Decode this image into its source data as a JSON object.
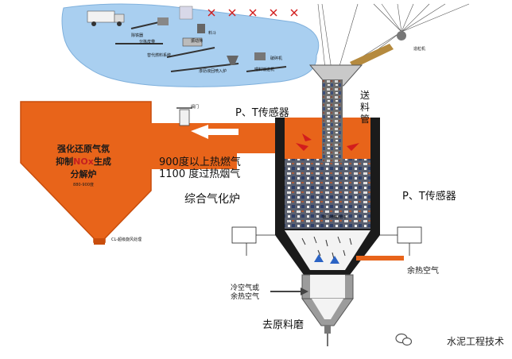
{
  "labels": {
    "pt_sensor_top": "P、T传感器",
    "pt_sensor_right": "P、T传感器",
    "feed_pipe": "送料管",
    "gas_900": "900度以上热燃气",
    "gas_1100": "1100 度过热烟气",
    "gasifier": "综合气化炉",
    "calciner_line1": "强化还原气氛",
    "calciner_line2_a": "抑制",
    "calciner_line2_nox": "NOx",
    "calciner_line2_b": "生成",
    "calciner_line3": "分解炉",
    "calciner_temp": "880-900度",
    "cl_note": "CL-超级旋风处理",
    "valve": "阀门",
    "waste_heat_air_right": "余热空气",
    "cold_air": "冷空气或",
    "cold_air_2": "余热空气",
    "to_raw_mill": "去原料磨",
    "feed_nozzle": "物料喷嘴/管子",
    "watermark": "水泥工程技术"
  },
  "process_labels": [
    "除铁器",
    "分拣皮带",
    "振动筛",
    "替代燃料系统",
    "渗沥液回喷入炉",
    "破碎机",
    "喂料输送机",
    "料斗",
    "造粒机"
  ],
  "colors": {
    "orange": "#e8641a",
    "orange_dark": "#c94d0c",
    "blue_cloud": "#a9cff0",
    "arrow_red": "#d21d1d",
    "insulation": "#1b1b1b",
    "gray_wall": "#9c9c9c"
  }
}
